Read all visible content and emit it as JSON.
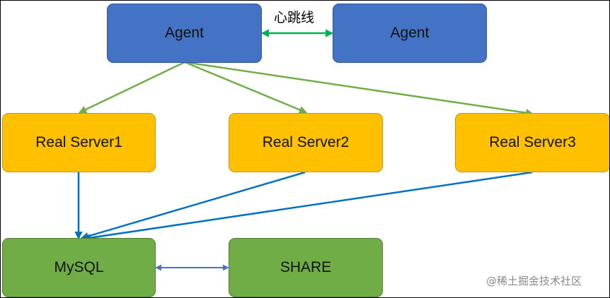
{
  "diagram": {
    "agents": [
      {
        "label": "Agent"
      },
      {
        "label": "Agent"
      }
    ],
    "heartbeat_label": "心跳线",
    "servers": [
      {
        "label": "Real Server1"
      },
      {
        "label": "Real Server2"
      },
      {
        "label": "Real Server3"
      }
    ],
    "storage": [
      {
        "label": "MySQL"
      },
      {
        "label": "SHARE"
      }
    ],
    "colors": {
      "agent": "#4472c4",
      "server": "#ffc000",
      "storage": "#70ad47",
      "heartbeat_arrow": "#00b050",
      "agent_to_server_arrow": "#70ad47",
      "server_to_db_arrow": "#0070c0",
      "db_share_arrow": "#4472c4"
    }
  },
  "watermark": "@稀土掘金技术社区"
}
